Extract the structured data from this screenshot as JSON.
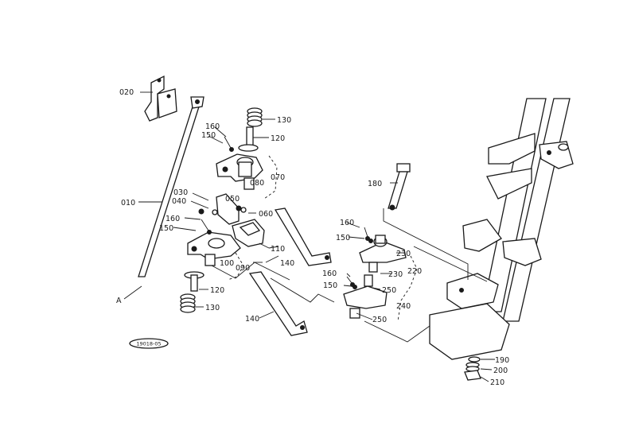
{
  "callouts": {
    "c010": "010",
    "c020": "020",
    "c030": "030",
    "c040": "040",
    "c050": "050",
    "c060": "060",
    "c070": "070",
    "c080": "080",
    "c090": "090",
    "c100": "100",
    "c110": "110",
    "c120a": "120",
    "c120b": "120",
    "c130a": "130",
    "c130b": "130",
    "c140a": "140",
    "c140b": "140",
    "c150a": "150",
    "c150b": "150",
    "c150c": "150",
    "c150d": "150",
    "c160a": "160",
    "c160b": "160",
    "c160c": "160",
    "c160d": "160",
    "c180": "180",
    "c190": "190",
    "c200": "200",
    "c210": "210",
    "c220": "220",
    "c230a": "230",
    "c230b": "230",
    "c240": "240",
    "c250a": "250",
    "c250b": "250",
    "refA": "A"
  },
  "badge": {
    "text": "19018-05"
  }
}
